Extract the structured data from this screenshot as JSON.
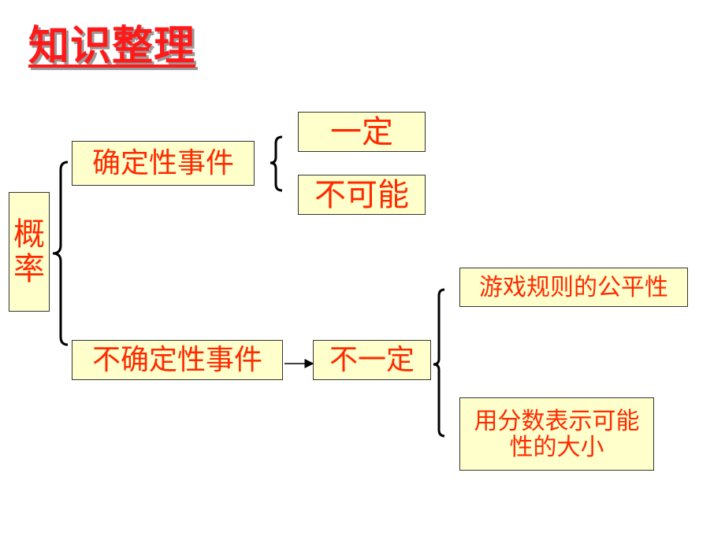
{
  "title": "知识整理",
  "root": {
    "line1": "概",
    "line2": "率"
  },
  "certain_event": "确定性事件",
  "certain": "一定",
  "impossible": "不可能",
  "uncertain_event": "不确定性事件",
  "not_certain": "不一定",
  "fairness": "游戏规则的公平性",
  "fraction": "用分数表示可能性的大小",
  "colors": {
    "text": "#ff2a00",
    "box_fill": "#ffffcc",
    "title": "#ff1a1a"
  }
}
